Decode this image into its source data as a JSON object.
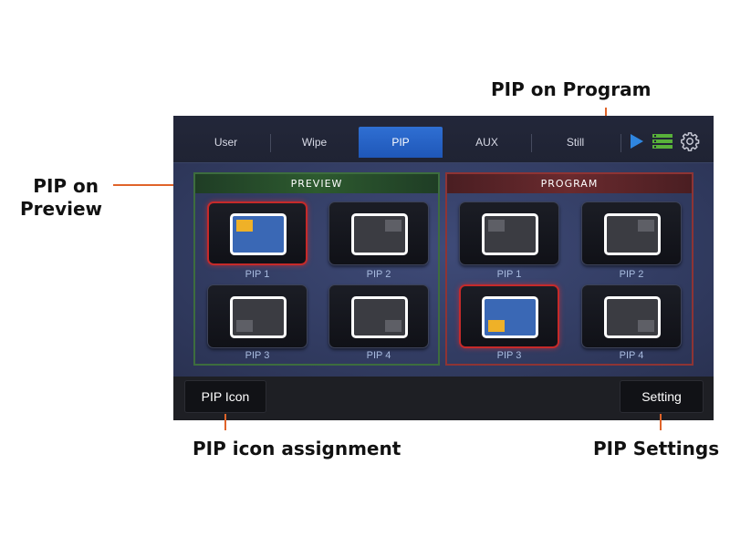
{
  "annotations": {
    "pip_on_program": "PIP on Program",
    "pip_on_preview_line1": "PIP on",
    "pip_on_preview_line2": "Preview",
    "pip_icon_assignment": "PIP icon assignment",
    "pip_settings": "PIP Settings"
  },
  "tabs": [
    {
      "label": "User",
      "active": false
    },
    {
      "label": "Wipe",
      "active": false
    },
    {
      "label": "PIP",
      "active": true
    },
    {
      "label": "AUX",
      "active": false
    },
    {
      "label": "Still",
      "active": false
    }
  ],
  "toolbar_icons": [
    "play-icon",
    "storage-icon",
    "gear-icon"
  ],
  "panels": {
    "preview": {
      "header": "PREVIEW",
      "items": [
        {
          "label": "PIP 1",
          "selected": true,
          "inset": "top-left"
        },
        {
          "label": "PIP 2",
          "selected": false,
          "inset": "top-right"
        },
        {
          "label": "PIP 3",
          "selected": false,
          "inset": "bottom-left"
        },
        {
          "label": "PIP 4",
          "selected": false,
          "inset": "bottom-right"
        }
      ]
    },
    "program": {
      "header": "PROGRAM",
      "items": [
        {
          "label": "PIP 1",
          "selected": false,
          "inset": "top-left"
        },
        {
          "label": "PIP 2",
          "selected": false,
          "inset": "top-right"
        },
        {
          "label": "PIP 3",
          "selected": true,
          "inset": "bottom-left"
        },
        {
          "label": "PIP 4",
          "selected": false,
          "inset": "bottom-right"
        }
      ]
    }
  },
  "bottom": {
    "pip_icon_label": "PIP Icon",
    "setting_label": "Setting"
  },
  "colors": {
    "accent_tab": "#2f6fd3",
    "preview_border": "#3d6d3e",
    "program_border": "#8e3434",
    "selected_border": "#c62a2a",
    "pip_inset_selected": "#efb128",
    "pip_screen_selected": "#3a68b5",
    "callout_line": "#e0642a"
  }
}
